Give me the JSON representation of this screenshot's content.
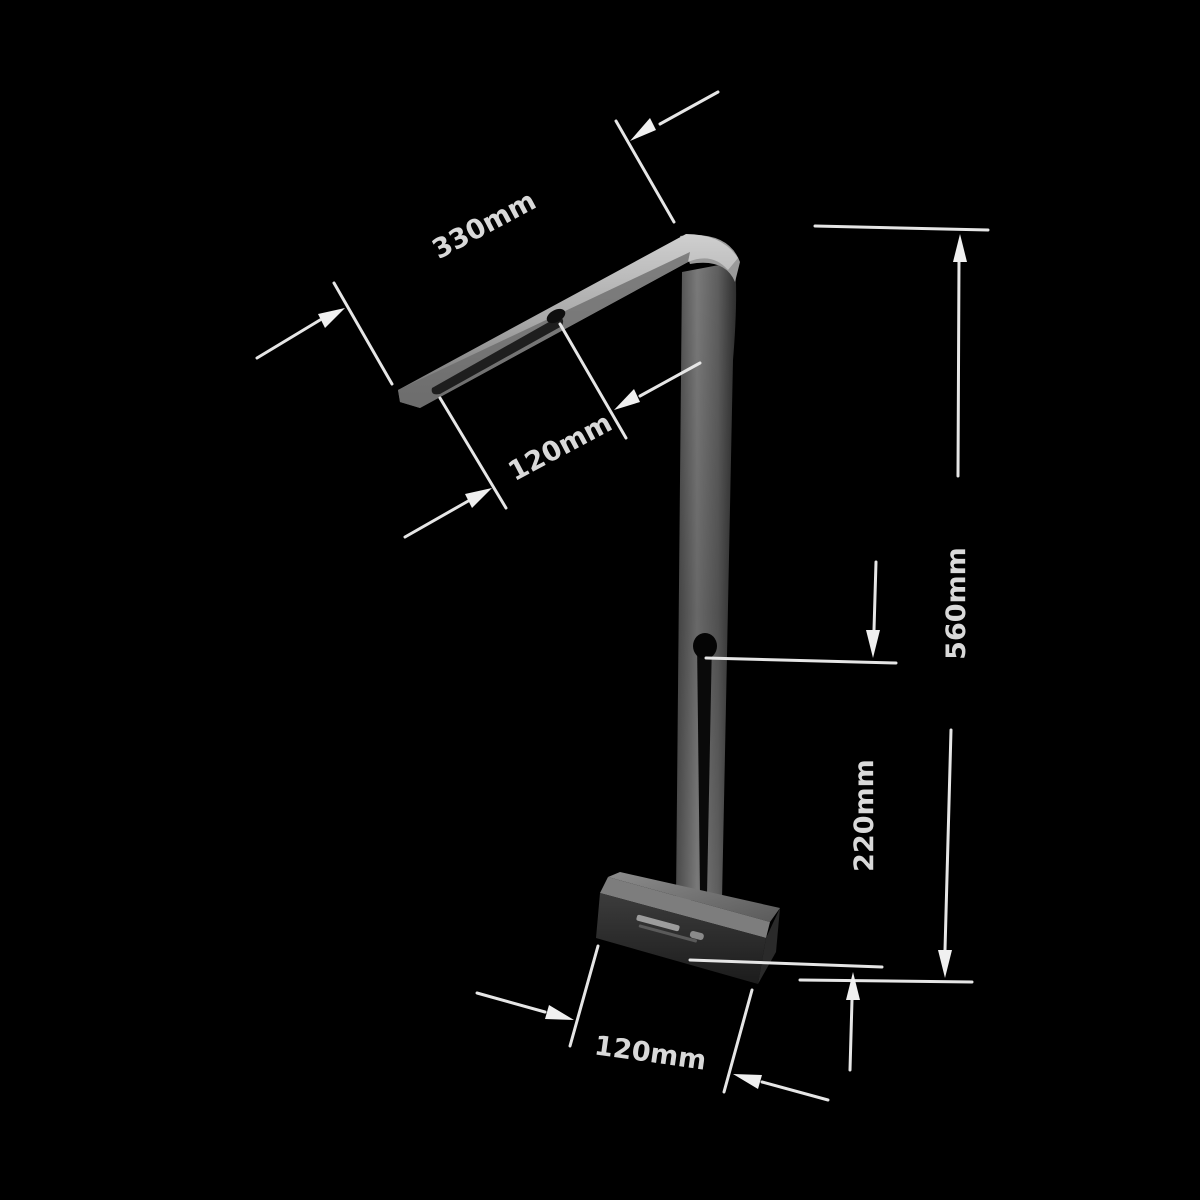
{
  "diagram": {
    "subject": "bent metal stand with base block",
    "background": "#000000",
    "colors": {
      "metal_light": "#b4b4b4",
      "metal_mid": "#7a7a7a",
      "metal_dark": "#3a3a3a",
      "dimension_lines": "#e6e6e6",
      "label_text": "#d9d9d9"
    },
    "dimensions": {
      "top_arm_length": "330mm",
      "top_arm_slot_length": "120mm",
      "total_height": "560mm",
      "lower_slot_height": "220mm",
      "base_width": "120mm"
    },
    "base_block": {
      "markings": "brand logo (illegible)"
    }
  }
}
